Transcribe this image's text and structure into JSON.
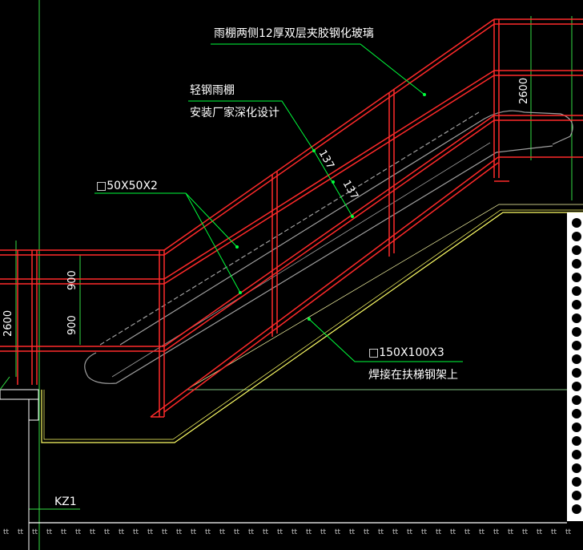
{
  "annotations": {
    "glass_note": "雨棚两侧12厚双层夹胶钢化玻璃",
    "steel_canopy_line1": "轻钢雨棚",
    "steel_canopy_line2": "安装厂家深化设计",
    "tube_small": "□50X50X2",
    "tube_large_line1": "□150X100X3",
    "tube_large_line2": "焊接在扶梯钢架上",
    "column_label": "KZ1"
  },
  "dimensions": {
    "height_right": "2600",
    "height_left": "2600",
    "rail_upper": "900",
    "rail_lower": "900",
    "spacing_a": "137",
    "spacing_b": "137"
  },
  "hatch_mark": "tt",
  "colors": {
    "frame": "#ff2a2a",
    "leader": "#00ff3c",
    "escalator": "#ffff66",
    "handrail": "#9a9a9a",
    "wall": "#ffffff",
    "column_line": "#55ff55"
  }
}
